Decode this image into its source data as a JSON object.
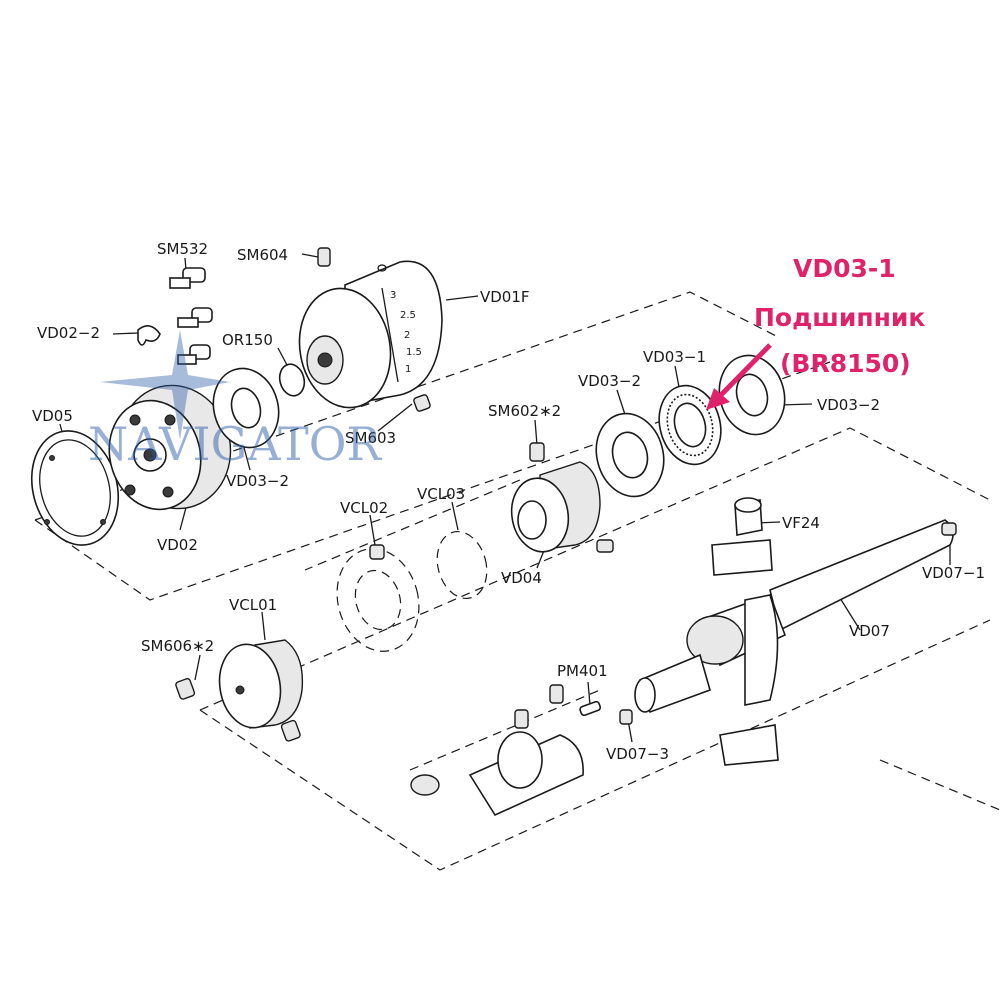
{
  "diagram": {
    "labels": {
      "SM532": "SM532",
      "SM604": "SM604",
      "VD01F": "VD01F",
      "VD02_2": "VD02−2",
      "OR150": "OR150",
      "VD05": "VD05",
      "SM603": "SM603",
      "VD03_2_left": "VD03−2",
      "VD02": "VD02",
      "VD03_1": "VD03−1",
      "VD03_2_mid": "VD03−2",
      "VD03_2_right": "VD03−2",
      "SM602": "SM602∗2",
      "VCL02": "VCL02",
      "VCL03": "VCL03",
      "VD04": "VD04",
      "VF24": "VF24",
      "VD07_1": "VD07−1",
      "VCL01": "VCL01",
      "VD07": "VD07",
      "SM606": "SM606∗2",
      "PM401": "PM401",
      "VD07_3": "VD07−3"
    },
    "dial_marks": [
      "3",
      "2.5",
      "2",
      "1.5",
      "1"
    ]
  },
  "callout": {
    "line1": "VD03-1",
    "line2": "Подшипник",
    "line3": "(BR8150)",
    "color": "#e0226a"
  },
  "watermark": {
    "text": "NAVIGATOR",
    "color": "#2a5aa8"
  }
}
